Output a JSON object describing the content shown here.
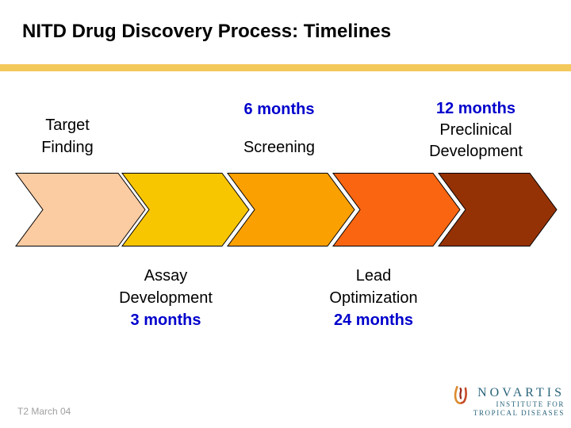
{
  "slide": {
    "title": "NITD Drug Discovery Process: Timelines",
    "footer_note": "T2 March 04",
    "accent_bar_color": "#F4C95C",
    "duration_color": "#0000CC",
    "arrow_outline_color": "#000000"
  },
  "process": {
    "stages": [
      {
        "name": "Target Finding",
        "lines": [
          "Target",
          "Finding"
        ],
        "duration": "",
        "color": "#FBCBA2",
        "label_position": "top"
      },
      {
        "name": "Assay Development",
        "lines": [
          "Assay",
          "Development"
        ],
        "duration": "3 months",
        "color": "#F8C501",
        "label_position": "bottom"
      },
      {
        "name": "Screening",
        "lines": [
          "Screening"
        ],
        "duration": "6 months",
        "color": "#FBA001",
        "label_position": "top"
      },
      {
        "name": "Lead Optimization",
        "lines": [
          "Lead",
          "Optimization"
        ],
        "duration": "24 months",
        "color": "#FA6511",
        "label_position": "bottom"
      },
      {
        "name": "Preclinical Development",
        "lines": [
          "Preclinical",
          "Development"
        ],
        "duration": "12 months",
        "color": "#943205",
        "label_position": "top"
      }
    ]
  },
  "logo": {
    "icon": "novartis-flame-icon",
    "brand": "NOVARTIS",
    "subtitle_line1": "INSTITUTE FOR",
    "subtitle_line2": "TROPICAL DISEASES",
    "color": "#29647B",
    "flame_outer_color": "#DD8A2F",
    "flame_right_color": "#C64A27",
    "flame_center_color": "#9C2A1C"
  }
}
